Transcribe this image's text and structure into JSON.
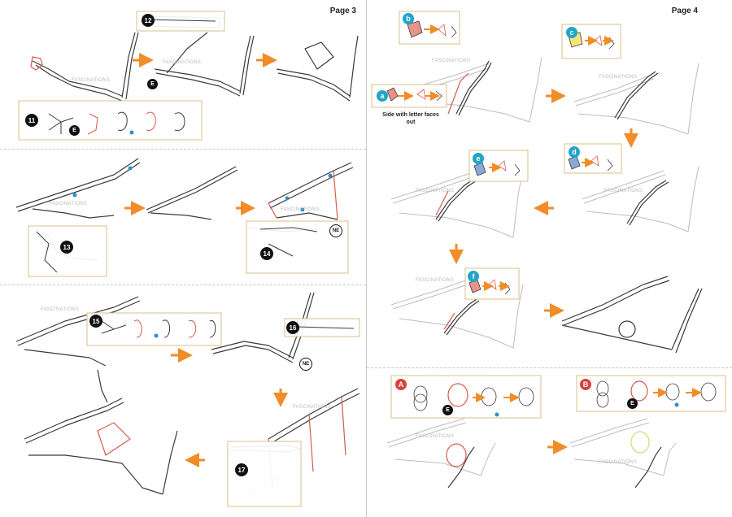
{
  "pages": {
    "left": {
      "label": "Page 3"
    },
    "right": {
      "label": "Page 4"
    }
  },
  "steps": {
    "s11": "11",
    "s12": "12",
    "s13": "13",
    "s14": "14",
    "s15": "15",
    "s16": "16",
    "s17": "17"
  },
  "tool_badges": {
    "e": "E",
    "ne": "NE"
  },
  "parts": {
    "a": "a",
    "b": "b",
    "c": "c",
    "d": "d",
    "e": "e",
    "f": "f",
    "A": "A",
    "B": "B"
  },
  "notes": {
    "side_with_letter": "Side with letter faces out"
  },
  "watermark": "FASCINATIONS",
  "colors": {
    "arrow": "#f28c28",
    "line": "#3a3a3a",
    "faded_line": "#bdbdbd",
    "callout_border": "#d8c08a",
    "highlight_red": "#d65b4a",
    "part_pink": "#e8938a",
    "part_yellow": "#f2e37a",
    "part_blue": "#8aa9d6",
    "badge_teal": "#21a6c9",
    "badge_red": "#d9423a",
    "dot_blue": "#2b8fd1"
  }
}
